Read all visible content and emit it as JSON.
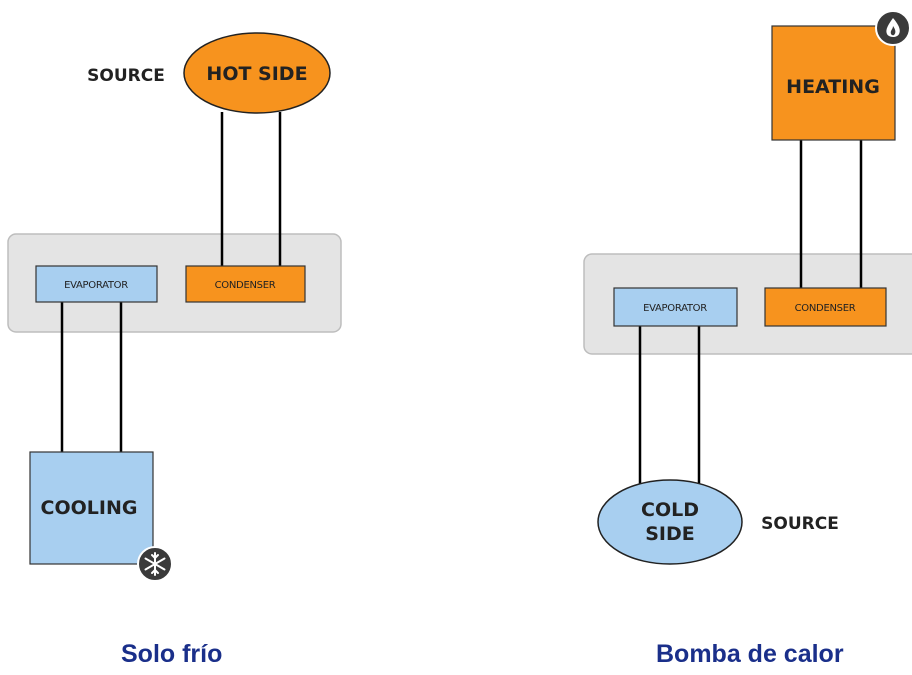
{
  "colors": {
    "orange": "#f7931e",
    "blue": "#a8cff0",
    "panel": "#e4e4e4",
    "panel_border": "#bdbdbd",
    "caption": "#1a2f8a"
  },
  "left": {
    "source_label": "SOURCE",
    "hot_side_label": "HOT SIDE",
    "evaporator_label": "EVAPORATOR",
    "condenser_label": "CONDENSER",
    "cooling_label": "COOLING",
    "icon": "snowflake-icon",
    "caption": "Solo frío"
  },
  "right": {
    "heating_label": "HEATING",
    "evaporator_label": "EVAPORATOR",
    "condenser_label": "CONDENSER",
    "cold_side_line1": "COLD",
    "cold_side_line2": "SIDE",
    "source_label": "SOURCE",
    "icon": "flame-icon",
    "caption": "Bomba de calor"
  }
}
